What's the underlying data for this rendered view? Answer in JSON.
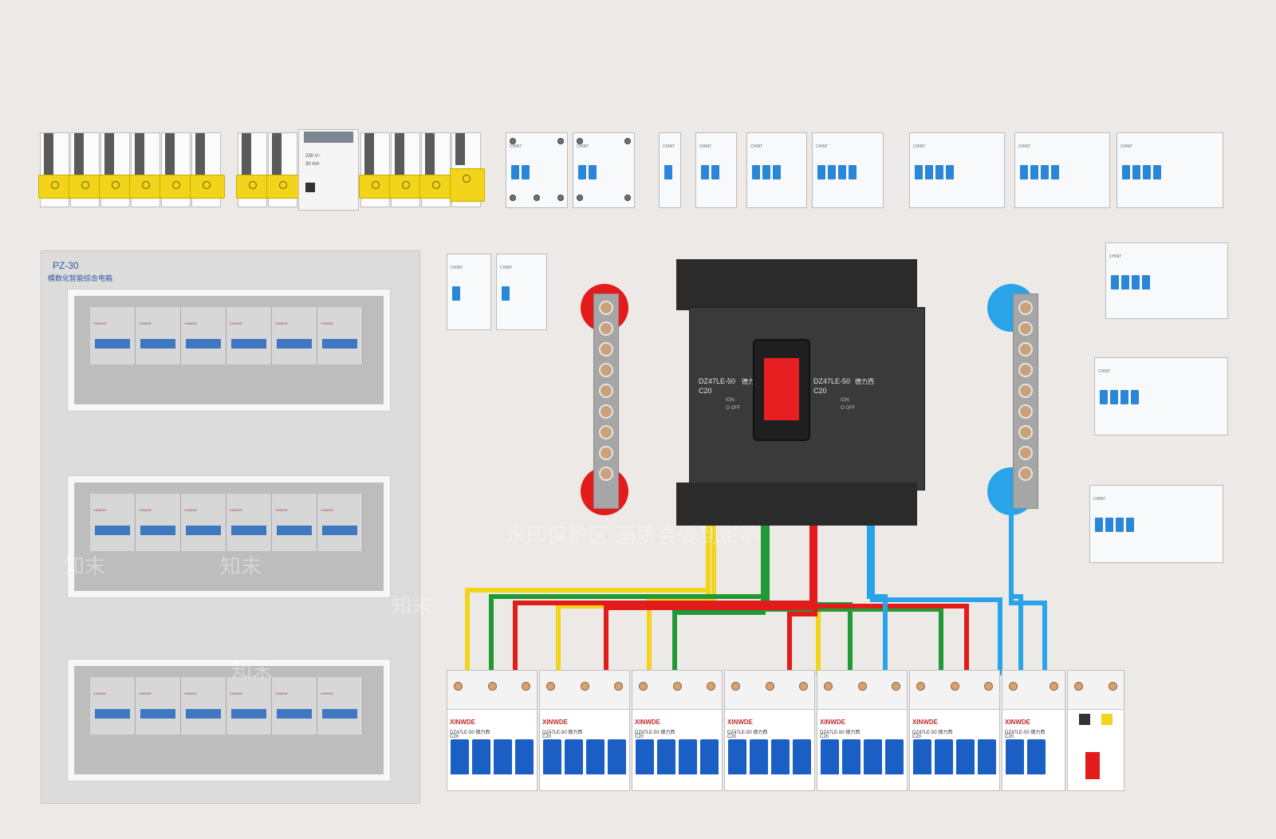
{
  "panel": {
    "model": "PZ-30",
    "subtitle": "模数化智能综合电箱"
  },
  "main_breaker": {
    "left_label": "DZ47LE-50",
    "left_brand": "德力西",
    "left_rating": "C20",
    "right_label": "DZ47LE-50",
    "right_brand": "德力西",
    "right_rating": "C20",
    "on": "ION",
    "off": "O OFF"
  },
  "rcbo_top": {
    "rating": "230 V~",
    "sensitivity": "30 mA"
  },
  "bottom_breakers": [
    {
      "brand": "XINWDE",
      "model": "DZ47LE-50 德力西",
      "rating": "C20"
    },
    {
      "brand": "XINWDE",
      "model": "DZ47LE-50 德力西",
      "rating": "C20"
    },
    {
      "brand": "XINWDE",
      "model": "DZ47LE-50 德力西",
      "rating": "C20"
    },
    {
      "brand": "XINWDE",
      "model": "DZ47LE-50 德力西",
      "rating": "C20"
    },
    {
      "brand": "XINWDE",
      "model": "DZ47LE-50 德力西",
      "rating": "C20"
    },
    {
      "brand": "XINWDE",
      "model": "DZ47LE-50 德力西",
      "rating": "C20"
    },
    {
      "brand": "XINWDE",
      "model": "DZ47LE-50 德力西",
      "rating": "C20"
    }
  ],
  "pz_mod_tag": "XINWDE",
  "mcb_brand": "CHINT",
  "watermark": {
    "main": "水印保护区  画质会受到影响",
    "small": "知末"
  },
  "colors": {
    "yellow": "#f2d41a",
    "green": "#1f9a35",
    "red": "#e31b1b",
    "blue": "#2aa4e8",
    "breaker_body": "#3a3a3a",
    "handle_red": "#e62020"
  }
}
